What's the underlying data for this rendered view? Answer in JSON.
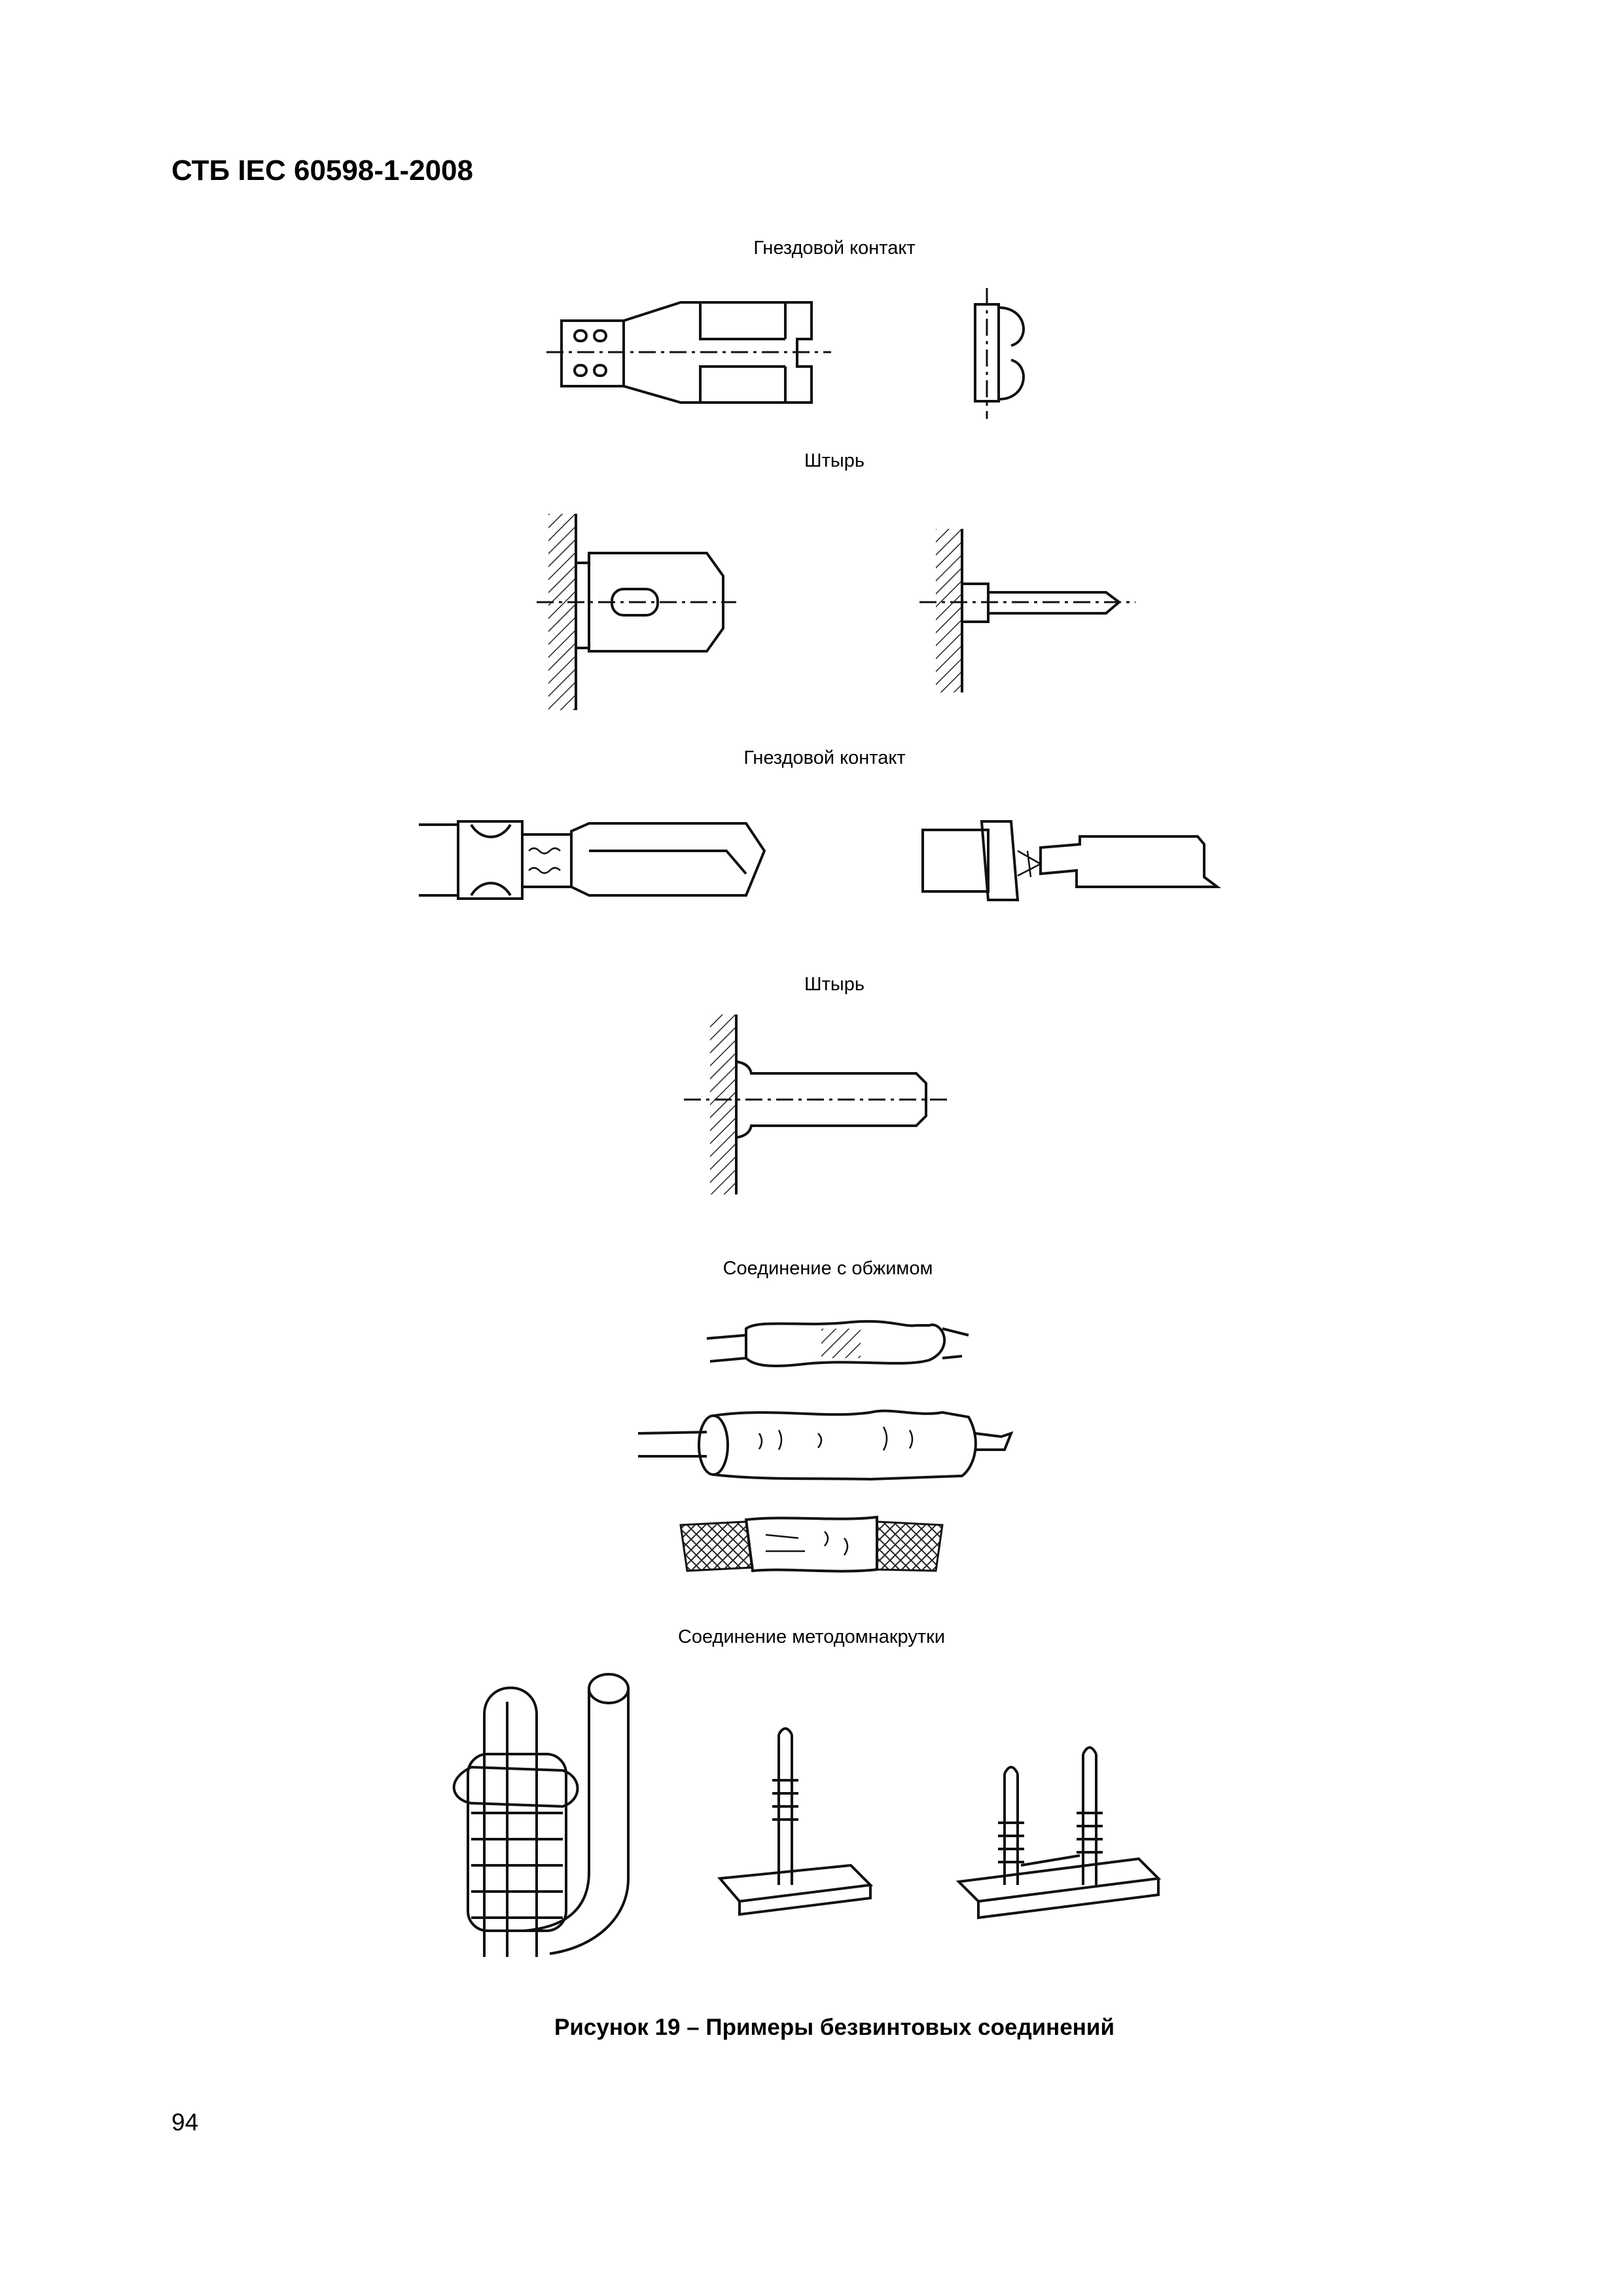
{
  "header": {
    "doc_title": "СТБ IEC 60598-1-2008"
  },
  "figure": {
    "labels": {
      "socket_1": "Гнездовой контакт",
      "pin_1": "Штырь",
      "socket_2": "Гнездовой контакт",
      "pin_2": "Штырь",
      "crimp": "Соединение с обжимом",
      "wrap": "Соединение методомнакрутки"
    },
    "caption": "Рисунок 19 – Примеры безвинтовых соединений"
  },
  "footer": {
    "page_number": "94"
  }
}
